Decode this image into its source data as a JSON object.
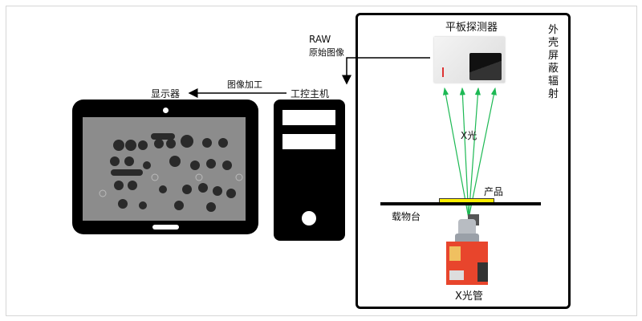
{
  "labels": {
    "detector": "平板探测器",
    "shielding": "外壳屏蔽辐射",
    "raw_line1": "RAW",
    "raw_line2": "原始图像",
    "ipc": "工控主机",
    "processing": "图像加工",
    "display": "显示器",
    "xray": "X光",
    "product": "产品",
    "stage": "载物台",
    "tube": "X光管"
  },
  "colors": {
    "ray": "#1db954",
    "product": "#ffef00",
    "tube": "#e8452c"
  }
}
